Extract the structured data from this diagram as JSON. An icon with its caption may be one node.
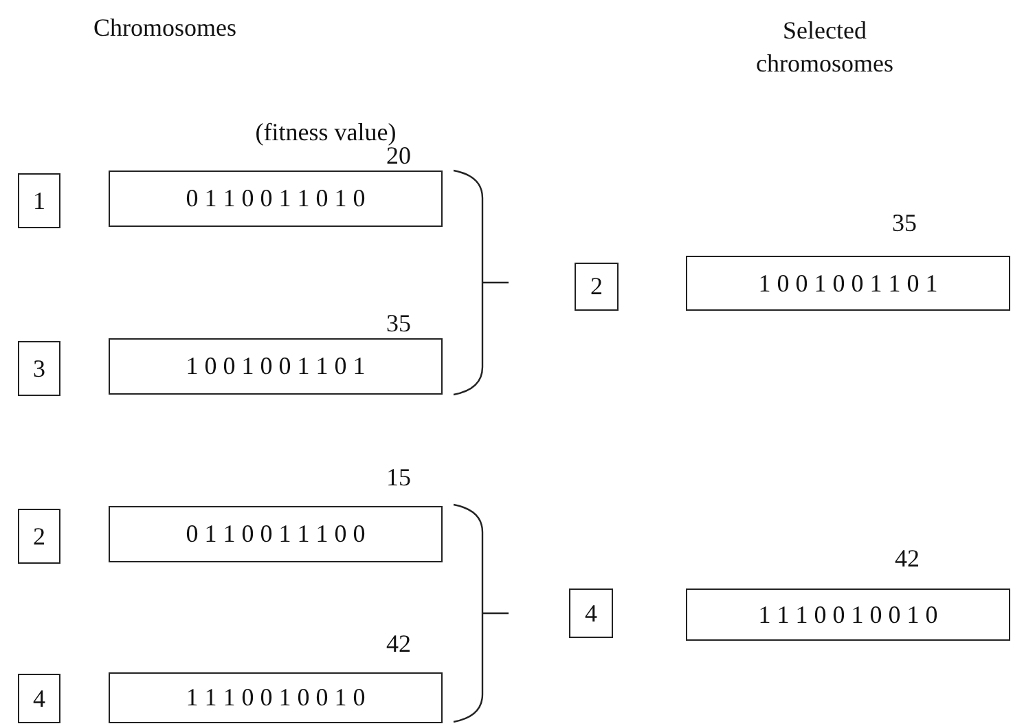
{
  "diagram": {
    "nodes": [
      {
        "text": [
          "1"
        ]
      },
      {
        "text": [
          "0 1 1 0 0 1 1 0 1 0"
        ],
        "beside": [
          "20"
        ]
      },
      {
        "text": [
          "3"
        ]
      },
      {
        "text": [
          "1 0 0 1 0 0 1 1 0 1"
        ],
        "beside": [
          "35"
        ]
      },
      {
        "text": [
          "2"
        ]
      },
      {
        "text": [
          "1 0 0 1 0 0 1 1 0 1"
        ],
        "beside": [
          "35"
        ]
      },
      {
        "text": [
          "2"
        ]
      },
      {
        "text": [
          "0 1 1 0 0 1 1 1 0 0"
        ],
        "beside": [
          "15"
        ]
      },
      {
        "text": [
          "4"
        ]
      },
      {
        "text": [
          "1 1 1 0 0 1 0 0 1 0"
        ],
        "beside": [
          "42"
        ]
      },
      {
        "text": [
          "4"
        ]
      },
      {
        "text": [
          "1 1 1 0 0 1 0 0 1 0"
        ],
        "beside": [
          "42"
        ]
      }
    ],
    "edges": [],
    "labels": [
      "Chromosomes",
      "Selected chromosomes",
      "(fitness value)"
    ]
  }
}
